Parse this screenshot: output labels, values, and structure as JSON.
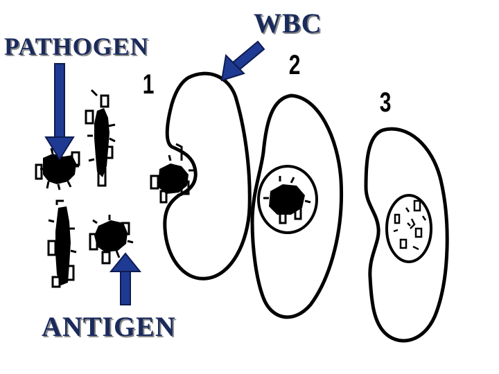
{
  "labels": {
    "pathogen": "PATHOGEN",
    "wbc": "WBC",
    "antigen": "ANTIGEN"
  },
  "stages": [
    "1",
    "2",
    "3"
  ],
  "colors": {
    "label_text": "#1a2a5c",
    "arrow": "#1f3a93",
    "arrow_outline": "#0d1b4f",
    "ink": "#000000",
    "background": "#ffffff"
  }
}
